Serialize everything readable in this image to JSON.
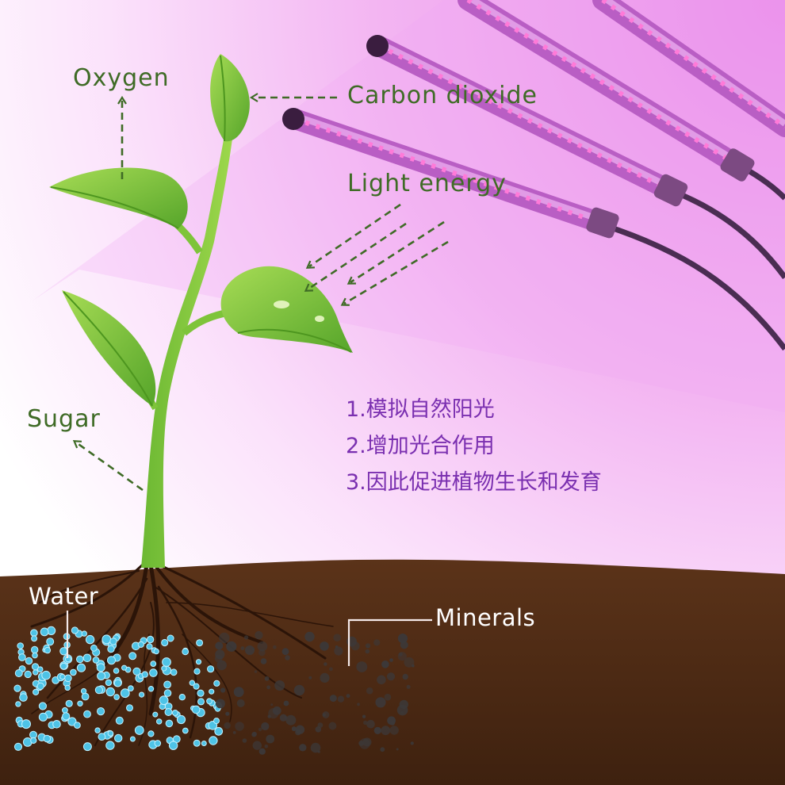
{
  "labels": {
    "oxygen": "Oxygen",
    "carbon_dioxide": "Carbon dioxide",
    "light_energy": "Light energy",
    "sugar": "Sugar",
    "water": "Water",
    "minerals": "Minerals"
  },
  "steps": [
    "1.模拟自然阳光",
    "2.增加光合作用",
    "3.因此促进植物生长和发育"
  ],
  "colors": {
    "label_green": "#3f6b26",
    "step_purple": "#7a2fb0",
    "soil_brown": "#5a3318",
    "leaf_green": "#7cc43a",
    "light_pink": "#ee9ff0",
    "water_drop": "#4ec3e6",
    "mineral_dot": "#3c3838"
  }
}
